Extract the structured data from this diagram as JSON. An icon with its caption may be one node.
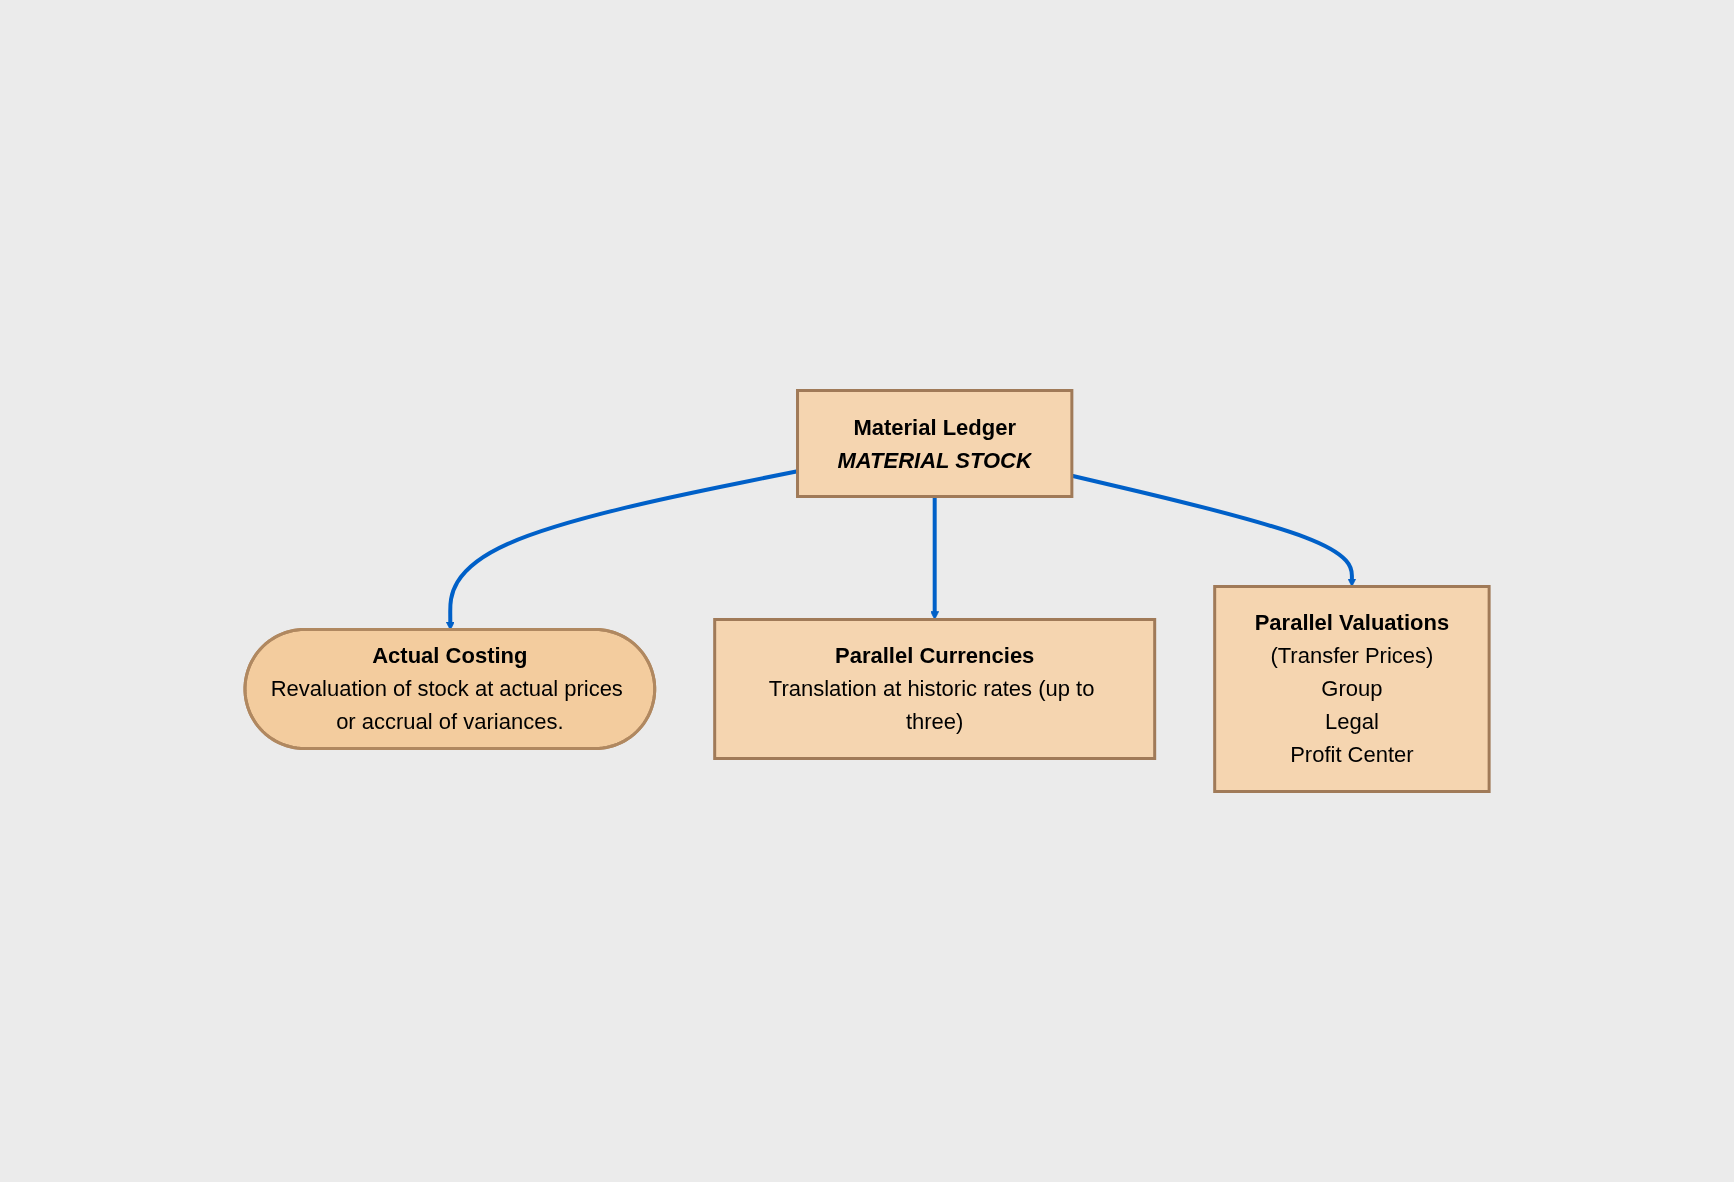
{
  "diagram": {
    "nodes": [
      {
        "text": [
          "Material Ledger",
          "MATERIAL STOCK"
        ]
      },
      {
        "text": [
          "Actual Costing",
          "Revaluation of stock at actual prices or accrual of variances."
        ]
      },
      {
        "text": [
          "Parallel Currencies",
          "Translation at historic rates (up to three)"
        ]
      },
      {
        "text": [
          "Parallel Valuations",
          "(Transfer Prices)",
          "Group",
          "Legal",
          "Profit Center"
        ]
      }
    ],
    "edges": [
      {
        "from": 0,
        "to": 1,
        "arrow": "to"
      },
      {
        "from": 0,
        "to": 2,
        "arrow": "to"
      },
      {
        "from": 0,
        "to": 3,
        "arrow": "to"
      }
    ]
  }
}
